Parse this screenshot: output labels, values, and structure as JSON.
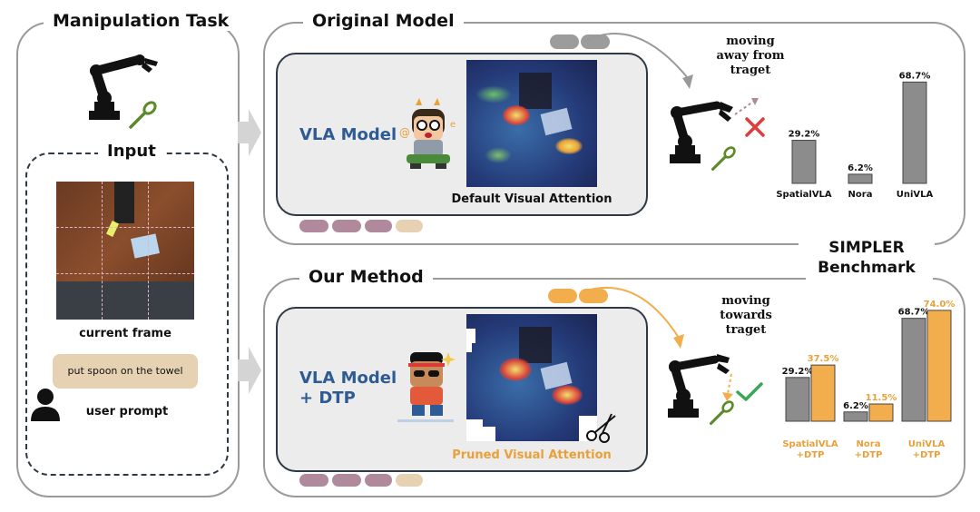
{
  "left_panel": {
    "title": "Manipulation Task",
    "input_title": "Input",
    "frame_caption": "current frame",
    "prompt_text": "put spoon on the towel",
    "user_caption": "user prompt"
  },
  "original": {
    "title": "Original Model",
    "vla_label": "VLA Model",
    "attention_caption": "Default Visual Attention",
    "action_text_lines": [
      "moving",
      "away from",
      "traget"
    ]
  },
  "ours": {
    "title": "Our Method",
    "vla_label_lines": [
      "VLA Model",
      "+ DTP"
    ],
    "attention_caption": "Pruned Visual Attention",
    "action_text_lines": [
      "moving",
      "towards",
      "traget"
    ]
  },
  "benchmark": {
    "title_lines": [
      "SIMPLER",
      "Benchmark"
    ]
  },
  "colors": {
    "baseline_bar": "#8c8c8c",
    "dtp_bar": "#f2ad4c",
    "dtp_text": "#e8a13a",
    "vla_text": "#2f5b94",
    "token_purple": "#b08a9c",
    "token_beige": "#e6d2b3",
    "token_gray": "#9c9c9c",
    "token_orange": "#f2ad4c",
    "cross": "#e23b3b",
    "check": "#3aa65a"
  },
  "chart_data": [
    {
      "type": "bar",
      "title": "",
      "categories": [
        "SpatialVLA",
        "Nora",
        "UniVLA"
      ],
      "series": [
        {
          "values": [
            29.2,
            6.2,
            68.7
          ]
        }
      ],
      "value_labels": [
        "29.2%",
        "6.2%",
        "68.7%"
      ],
      "ylim": [
        0,
        80
      ]
    },
    {
      "type": "bar",
      "title": "",
      "categories": [
        "SpatialVLA",
        "Nora",
        "UniVLA"
      ],
      "category_labels_lines": [
        [
          "SpatialVLA",
          "+DTP"
        ],
        [
          "Nora",
          "+DTP"
        ],
        [
          "UniVLA",
          "+DTP"
        ]
      ],
      "series": [
        {
          "values": [
            29.2,
            6.2,
            68.7
          ],
          "labels": [
            "29.2%",
            "6.2%",
            "68.7%"
          ]
        },
        {
          "values": [
            37.5,
            11.5,
            74.0
          ],
          "labels": [
            "37.5%",
            "11.5%",
            "74.0%"
          ]
        }
      ],
      "ylim": [
        0,
        80
      ]
    }
  ]
}
